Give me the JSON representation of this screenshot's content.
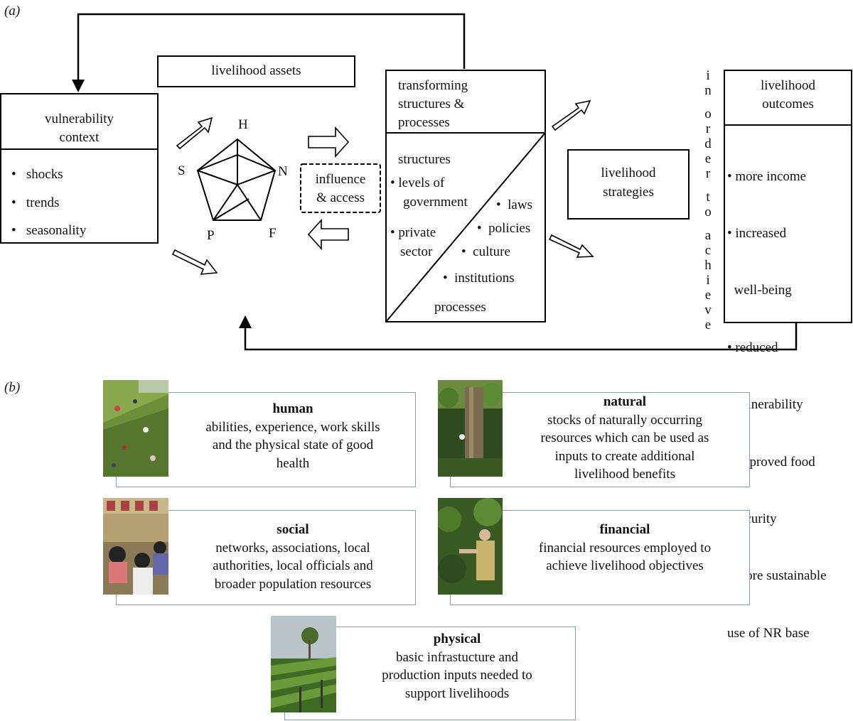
{
  "panel_a": {
    "label": "(a)",
    "vulnerability": {
      "title_lines": [
        "vulnerability",
        "context"
      ],
      "items": [
        "shocks",
        "trends",
        "seasonality"
      ]
    },
    "assets": {
      "title": "livelihood assets",
      "H": "H",
      "N": "N",
      "F": "F",
      "P": "P",
      "S": "S"
    },
    "influence_lines": [
      "influence",
      "& access"
    ],
    "transforming": {
      "title_lines": [
        "transforming",
        "structures &",
        "processes"
      ],
      "structures": "structures",
      "levels_lines": [
        "levels of",
        "government"
      ],
      "private_lines": [
        "private",
        "sector"
      ],
      "laws": "laws",
      "policies": "policies",
      "culture": "culture",
      "institutions": "institutions",
      "processes": "processes"
    },
    "strategies_lines": [
      "livelihood",
      "strategies"
    ],
    "in_order": [
      "i",
      "n",
      "o",
      "r",
      "d",
      "e",
      "r",
      "t",
      "o",
      "a",
      "c",
      "h",
      "i",
      "e",
      "v",
      "e"
    ],
    "outcomes": {
      "title_lines": [
        "livelihood",
        "outcomes"
      ],
      "lines": [
        "• more income",
        "• increased",
        "  well-being",
        "• reduced",
        "  vulnerability",
        "• improved food",
        "  security",
        "• more sustainable",
        "use of NR base"
      ]
    }
  },
  "panel_b": {
    "label": "(b)",
    "cards": [
      {
        "title": "human",
        "lines": [
          "abilities, experience, work skills",
          "and the physical state of good",
          "health"
        ]
      },
      {
        "title": "natural",
        "lines": [
          "stocks of naturally occurring",
          "resources which can be used as",
          "inputs to create additional",
          "livelihood benefits"
        ]
      },
      {
        "title": "social",
        "lines": [
          "networks, associations, local",
          "authorities, local officials and",
          "broader population resources"
        ]
      },
      {
        "title": "financial",
        "lines": [
          "financial resources employed to",
          "achieve livelihood objectives"
        ]
      },
      {
        "title": "physical",
        "lines": [
          "basic infrastucture and",
          "production inputs needed to",
          "support livelihoods"
        ]
      }
    ]
  }
}
